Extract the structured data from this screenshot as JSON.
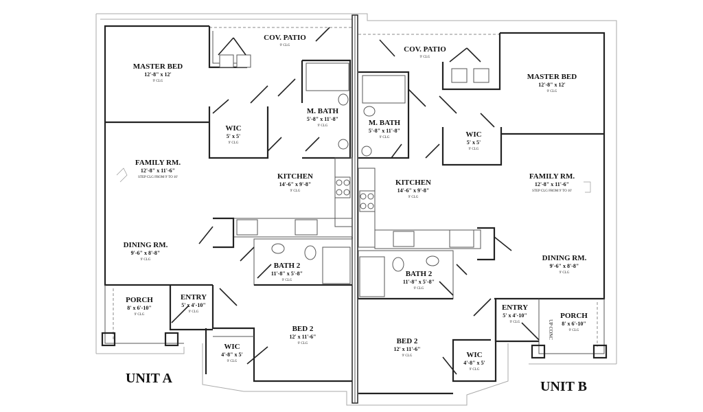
{
  "plan": {
    "unit_a": {
      "title": "UNIT A",
      "rooms": {
        "master_bed": {
          "name": "MASTER BED",
          "dims": "12'-8\" x 12'",
          "ceiling": "9' CLG"
        },
        "cov_patio": {
          "name": "COV. PATIO",
          "ceiling": "9' CLG"
        },
        "wic_master": {
          "name": "WIC",
          "dims": "5' x 5'",
          "ceiling": "9' CLG"
        },
        "m_bath": {
          "name": "M. BATH",
          "dims": "5'-8\" x 11'-8\"",
          "ceiling": "9' CLG"
        },
        "family_rm": {
          "name": "FAMILY RM.",
          "dims": "12'-8\" x 11'-6\"",
          "ceiling": "STEP CLG FROM 9' TO 10'"
        },
        "kitchen": {
          "name": "KITCHEN",
          "dims": "14'-6\" x 9'-8\"",
          "ceiling": "9' CLG"
        },
        "dining_rm": {
          "name": "DINING RM.",
          "dims": "9'-6\" x 8'-8\"",
          "ceiling": "9' CLG"
        },
        "bath_2": {
          "name": "BATH 2",
          "dims": "11'-8\" x 5'-8\"",
          "ceiling": "9' CLG"
        },
        "porch": {
          "name": "PORCH",
          "dims": "8' x 6'-10\"",
          "ceiling": "9' CLG"
        },
        "entry": {
          "name": "ENTRY",
          "dims": "5' x 4'-10\"",
          "ceiling": "9' CLG"
        },
        "bed_2": {
          "name": "BED 2",
          "dims": "12' x 11'-6\"",
          "ceiling": "9' CLG"
        },
        "wic_2": {
          "name": "WIC",
          "dims": "4'-8\" x 5'",
          "ceiling": "9' CLG"
        }
      }
    },
    "unit_b": {
      "title": "UNIT B",
      "porch_note": "UP CONC",
      "rooms": {
        "master_bed": {
          "name": "MASTER BED",
          "dims": "12'-8\" x 12'",
          "ceiling": "9' CLG"
        },
        "cov_patio": {
          "name": "COV. PATIO",
          "ceiling": "9' CLG"
        },
        "wic_master": {
          "name": "WIC",
          "dims": "5' x 5'",
          "ceiling": "9' CLG"
        },
        "m_bath": {
          "name": "M. BATH",
          "dims": "5'-8\" x 11'-8\"",
          "ceiling": "9' CLG"
        },
        "family_rm": {
          "name": "FAMILY RM.",
          "dims": "12'-8\" x 11'-6\"",
          "ceiling": "STEP CLG FROM 9' TO 10'"
        },
        "kitchen": {
          "name": "KITCHEN",
          "dims": "14'-6\" x 9'-8\"",
          "ceiling": "9' CLG"
        },
        "dining_rm": {
          "name": "DINING RM.",
          "dims": "9'-6\" x 8'-8\"",
          "ceiling": "9' CLG"
        },
        "bath_2": {
          "name": "BATH 2",
          "dims": "11'-8\" x 5'-8\"",
          "ceiling": "9' CLG"
        },
        "porch": {
          "name": "PORCH",
          "dims": "8' x 6'-10\"",
          "ceiling": "9' CLG"
        },
        "entry": {
          "name": "ENTRY",
          "dims": "5' x 4'-10\"",
          "ceiling": "9' CLG"
        },
        "bed_2": {
          "name": "BED 2",
          "dims": "12' x 11'-6\"",
          "ceiling": "9' CLG"
        },
        "wic_2": {
          "name": "WIC",
          "dims": "4'-8\" x 5'",
          "ceiling": "9' CLG"
        }
      }
    }
  }
}
